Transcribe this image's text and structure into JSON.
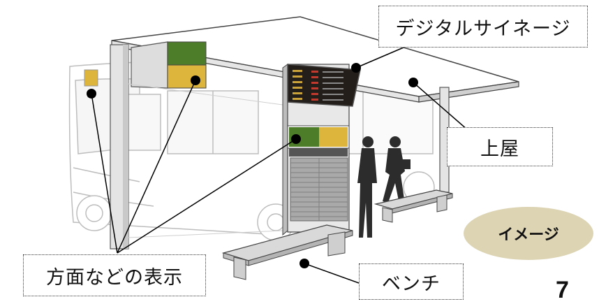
{
  "labels": {
    "signage": "デジタルサイネージ",
    "roof": "上屋",
    "bench": "ベンチ",
    "destination_display": "方面などの表示"
  },
  "badge": {
    "text": "イメージ"
  },
  "page_number": "7",
  "colors": {
    "destination_green": "#4e7d2a",
    "destination_yellow": "#ddb43c",
    "badge_fill": "#ddd4b4",
    "signage_screen": "#241e1a",
    "line": "#000000"
  }
}
